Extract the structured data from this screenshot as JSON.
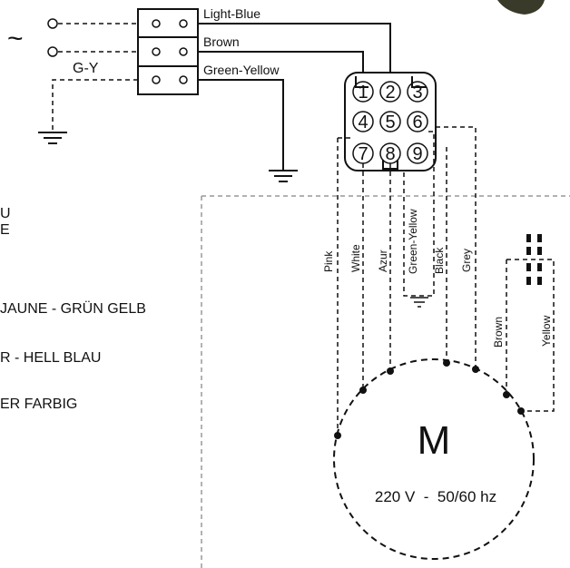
{
  "supply": {
    "symbol": "~",
    "ground_label": "G-Y"
  },
  "terminal_block": {
    "labels": [
      "Light-Blue",
      "Brown",
      "Green-Yellow"
    ]
  },
  "connector": {
    "pins": [
      "1",
      "2",
      "3",
      "4",
      "5",
      "6",
      "7",
      "8",
      "9"
    ]
  },
  "wires": [
    "Pink",
    "White",
    "Azur",
    "Green-Yellow",
    "Black",
    "Grey",
    "Brown",
    "Yellow"
  ],
  "motor": {
    "symbol": "M",
    "rating": "220 V  -  50/60 hz"
  },
  "legend_fragments": [
    "U",
    "E",
    "JAUNE - GRÜN GELB",
    "R - HELL BLAU",
    "ER FARBIG"
  ]
}
